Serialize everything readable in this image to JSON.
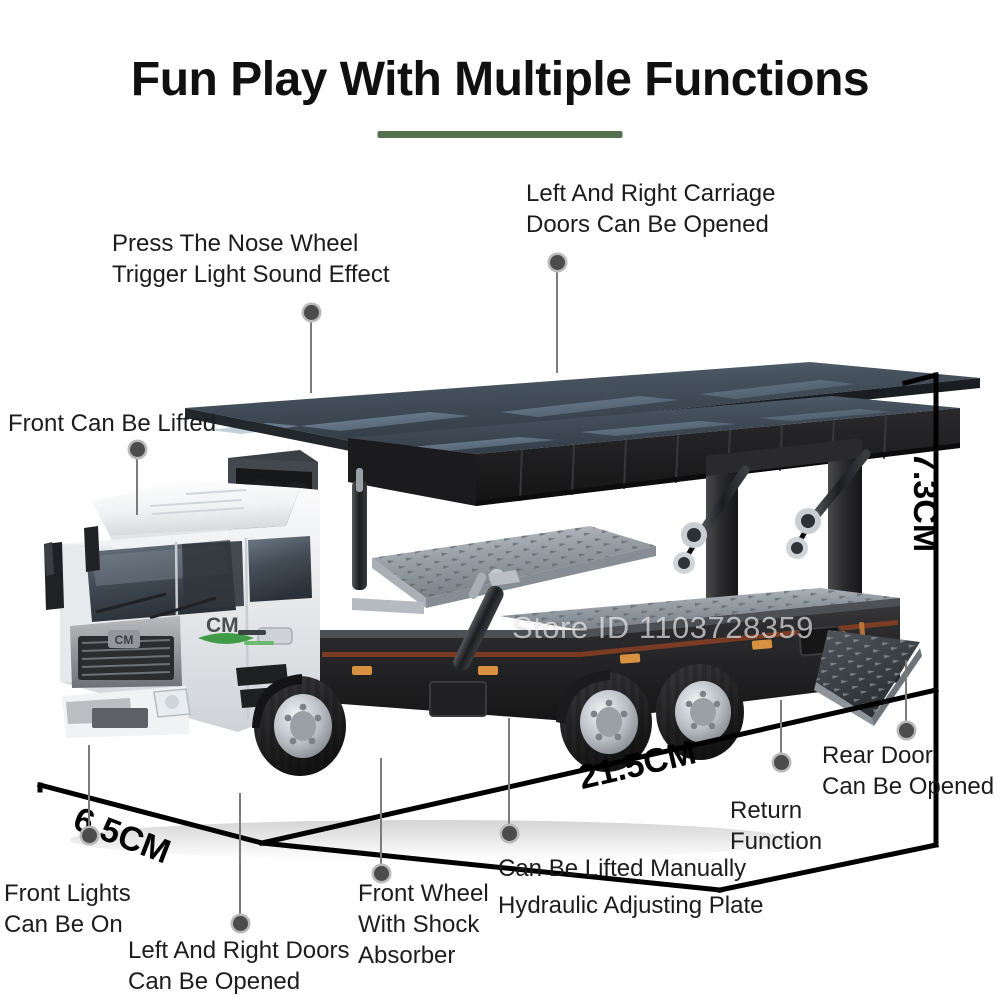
{
  "header": {
    "title": "Fun Play With Multiple Functions",
    "rule_color": "#55704c"
  },
  "watermark": {
    "text": "Store ID 1103728359"
  },
  "callouts": [
    {
      "id": "left-right-carriage-doors",
      "text": "Left And Right Carriage\nDoors Can Be Opened"
    },
    {
      "id": "press-nose-wheel",
      "text": "Press The Nose Wheel\nTrigger Light Sound Effect"
    },
    {
      "id": "front-can-be-lifted",
      "text": "Front Can Be Lifted"
    },
    {
      "id": "rear-door-can-be-opened",
      "text": "Rear Door\nCan Be Opened"
    },
    {
      "id": "return-function",
      "text": "Return\nFunction"
    },
    {
      "id": "can-be-lifted-manually",
      "text": "Can Be Lifted Manually"
    },
    {
      "id": "hydraulic-adjusting-plate",
      "text": "Hydraulic Adjusting Plate"
    },
    {
      "id": "front-wheel-shock-absorber",
      "text": "Front Wheel\nWith Shock\nAbsorber"
    },
    {
      "id": "left-right-doors",
      "text": "Left And Right Doors\nCan Be Opened"
    },
    {
      "id": "front-lights-can-be-on",
      "text": "Front Lights\nCan Be On"
    }
  ],
  "dimensions": {
    "width_label": "21.5CM",
    "depth_label": "6.5CM",
    "height_label": "7.3CM"
  },
  "product": {
    "brand_mark": "CM",
    "body_color": "#ffffff",
    "chassis_color": "#2b2b2b",
    "deck_color": "#3e4750",
    "accent_color": "#3f9b46"
  }
}
